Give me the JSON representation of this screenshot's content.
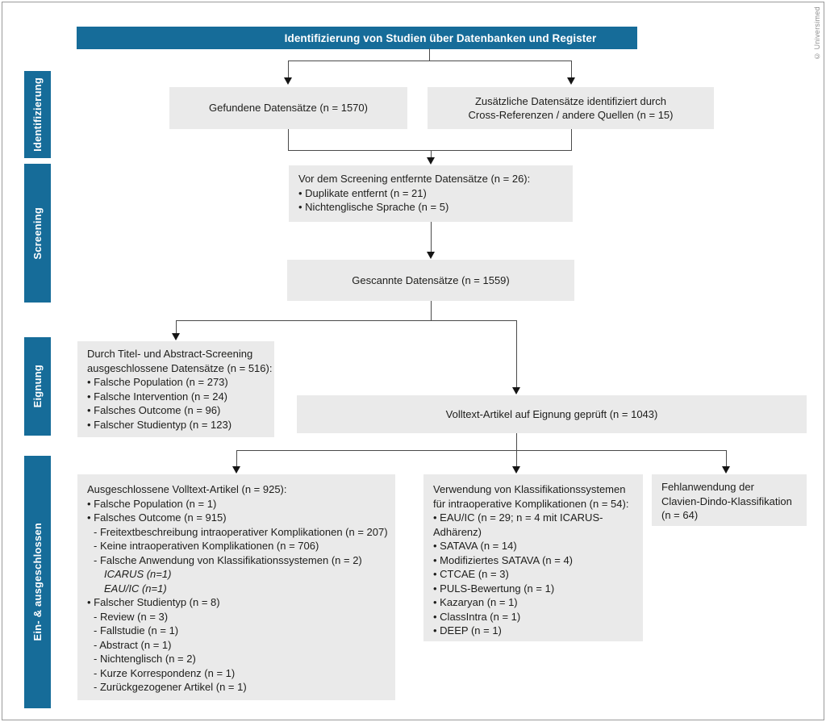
{
  "meta": {
    "copyright": "© Universimed"
  },
  "header": {
    "title": "Identifizierung von Studien über Datenbanken und Register"
  },
  "sidebar": {
    "stages": [
      {
        "label": "Identifizierung"
      },
      {
        "label": "Screening"
      },
      {
        "label": "Eignung"
      },
      {
        "label": "Ein- & ausgeschlossen"
      }
    ]
  },
  "colors": {
    "accent_blue": "#166c99",
    "box_gray": "#eaeaea",
    "line": "#4a4a4a"
  },
  "boxes": {
    "found": {
      "lines": [
        "Gefundene Datensätze (n = 1570)"
      ]
    },
    "additional": {
      "lines": [
        "Zusätzliche Datensätze identifiziert durch",
        "Cross-Referenzen / andere Quellen (n = 15)"
      ]
    },
    "removed_before_screening": {
      "lines": [
        "Vor dem Screening entfernte Datensätze (n = 26):",
        "• Duplikate entfernt (n = 21)",
        "• Nichtenglische Sprache (n = 5)"
      ]
    },
    "screened": {
      "lines": [
        "Gescannte Datensätze (n = 1559)"
      ]
    },
    "title_abstract_excluded": {
      "lines": [
        "Durch Titel- und Abstract-Screening",
        "ausgeschlossene Datensätze (n = 516):",
        "• Falsche Population (n = 273)",
        "• Falsche Intervention (n = 24)",
        "• Falsches Outcome (n = 96)",
        "• Falscher Studientyp (n = 123)"
      ]
    },
    "fulltext_assessed": {
      "lines": [
        "Volltext-Artikel auf Eignung geprüft (n = 1043)"
      ]
    },
    "fulltext_excluded": {
      "lines": [
        "Ausgeschlossene Volltext-Artikel (n = 925):",
        "• Falsche Population (n = 1)",
        "• Falsches Outcome (n = 915)",
        "- Freitextbeschreibung intraoperativer Komplikationen (n = 207)",
        "- Keine intraoperativen Komplikationen (n = 706)",
        "- Falsche Anwendung von Klassifikationssystemen (n = 2)",
        "ICARUS (n=1)",
        "EAU/IC (n=1)",
        "• Falscher Studientyp (n = 8)",
        "- Review (n = 3)",
        "- Fallstudie (n = 1)",
        "- Abstract (n = 1)",
        "- Nichtenglisch (n = 2)",
        "- Kurze Korrespondenz (n = 1)",
        "-  Zurückgezogener Artikel (n = 1)"
      ]
    },
    "classification_systems": {
      "lines": [
        "Verwendung von Klassifikationssystemen",
        "für intraoperative Komplikationen (n = 54):",
        "• EAU/IC (n = 29; n = 4 mit ICARUS-",
        "Adhärenz)",
        "• SATAVA (n = 14)",
        "• Modifiziertes SATAVA (n = 4)",
        "• CTCAE (n = 3)",
        "• PULS-Bewertung (n = 1)",
        "• Kazaryan (n = 1)",
        "• ClassIntra (n = 1)",
        "• DEEP (n = 1)"
      ]
    },
    "clavien_dindo_misuse": {
      "lines": [
        "Fehlanwendung der",
        "Clavien-Dindo-Klassifikation",
        "(n = 64)"
      ]
    }
  }
}
